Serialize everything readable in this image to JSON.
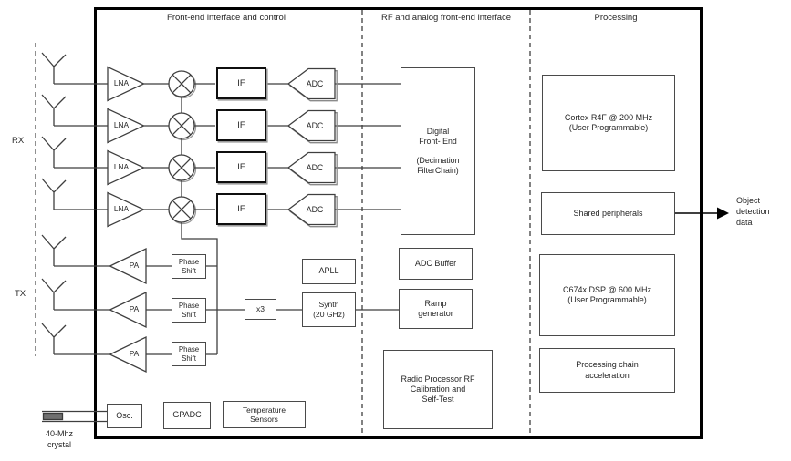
{
  "sections": {
    "frontend": {
      "title": "Front-end interface and control"
    },
    "rf_analog": {
      "title": "RF and analog front-end interface"
    },
    "processing": {
      "title": "Processing"
    }
  },
  "antenna_groups": {
    "rx_label": "RX",
    "tx_label": "TX"
  },
  "crystal": {
    "label": "40-Mhz\ncrystal"
  },
  "rx_chain": {
    "lna_label": "LNA",
    "if_label": "IF",
    "adc_label": "ADC"
  },
  "tx_chain": {
    "pa_label": "PA",
    "phase_shift_label": "Phase\nShift"
  },
  "lo_chain": {
    "multiplier_label": "x3",
    "apll_label": "APLL",
    "synth_label": "Synth\n(20 GHz)"
  },
  "aux_blocks": {
    "osc_label": "Osc.",
    "gpadc_label": "GPADC",
    "temp_label": "Temperature\nSensors"
  },
  "rf_blocks": {
    "dfe_label": "Digital\nFront- End\n\n(Decimation\nFilterChain)",
    "adc_buffer_label": "ADC Buffer",
    "ramp_label": "Ramp\ngenerator",
    "radio_proc_label": "Radio Processor RF\nCalibration and\nSelf-Test"
  },
  "processing_blocks": {
    "cortex_label": "Cortex R4F @ 200 MHz\n(User Programmable)",
    "shared_label": "Shared peripherals",
    "dsp_label": "C674x DSP @ 600 MHz\n(User Programmable)",
    "accel_label": "Processing chain\nacceleration"
  },
  "output": {
    "label": "Object\ndetection\ndata"
  },
  "colors": {
    "line": "#3f3f3f",
    "bold_border": "#0f0f0f",
    "box_border": "#4a4a4a",
    "shadow": "#9a9a9a",
    "text": "#262626"
  }
}
